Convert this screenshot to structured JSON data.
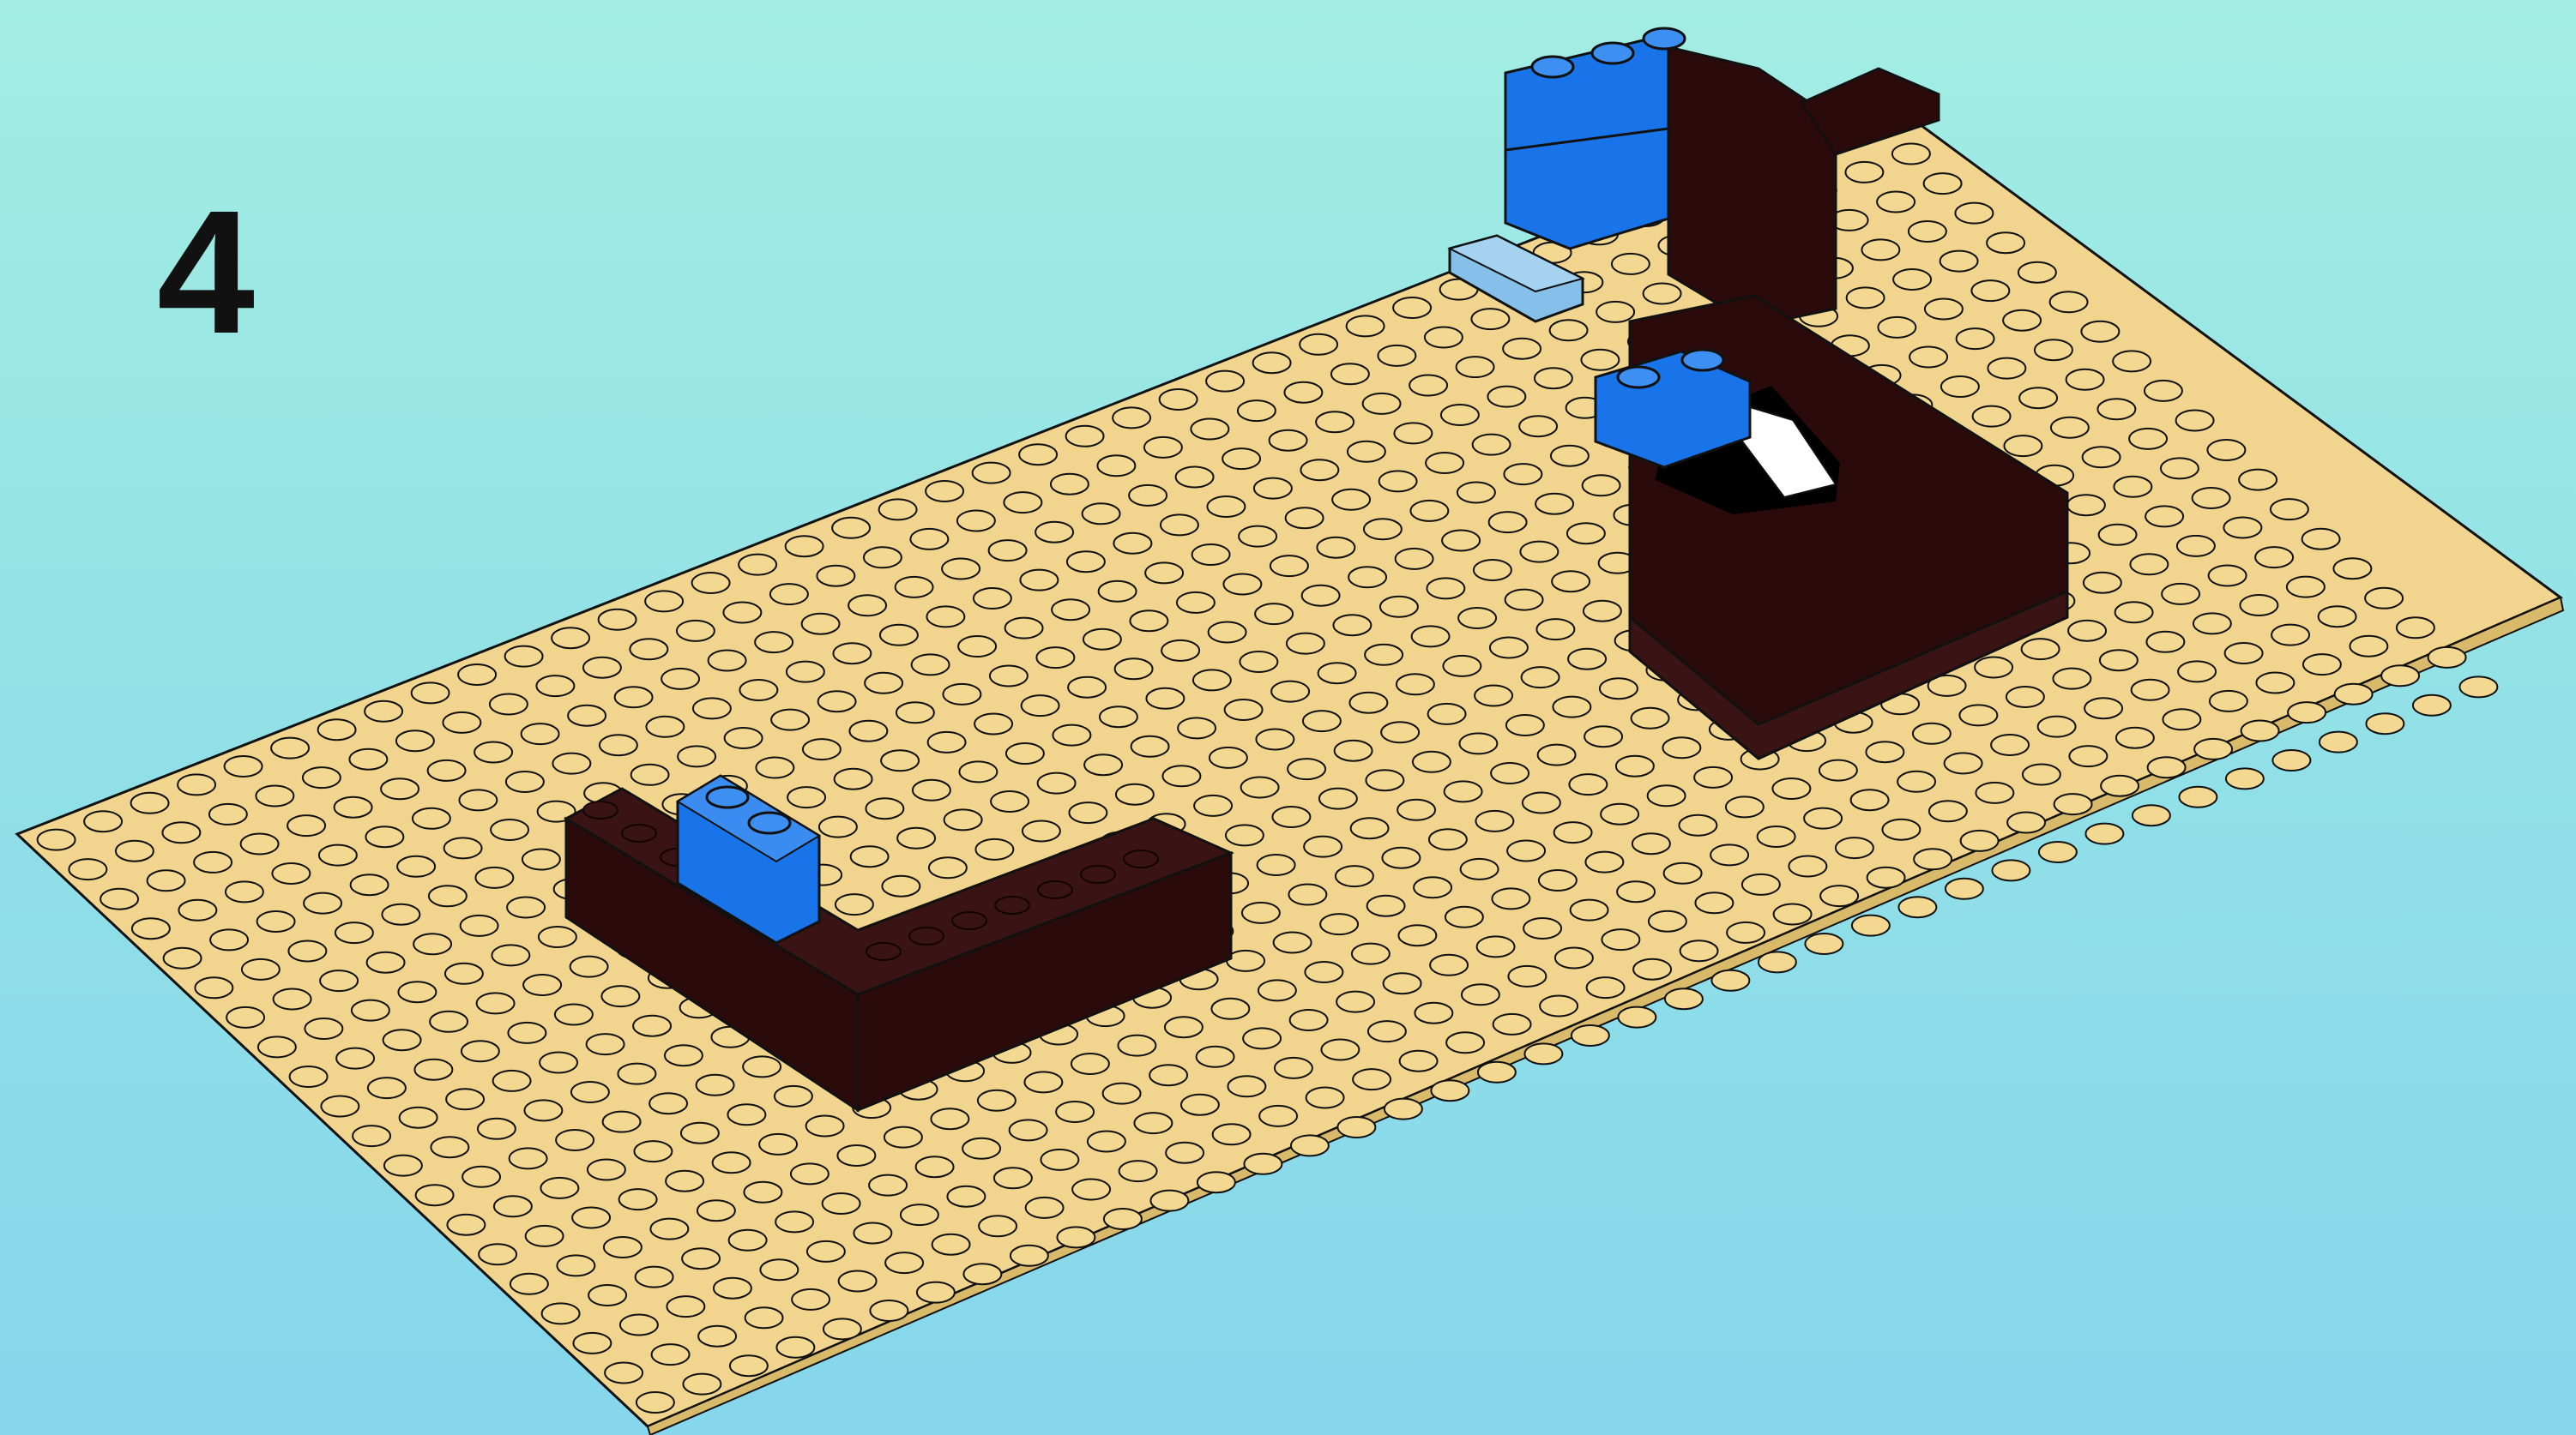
{
  "instruction": {
    "step_number": "4"
  },
  "baseplate": {
    "rows": 20,
    "columns": 40
  },
  "colors": {
    "baseplate": "#f1d58e",
    "stud": "#f3d892",
    "outline": "#111111",
    "brick_dark_brown": "#2a0a0a",
    "brick_blue": "#1874e8",
    "tile_light_blue": "#86bfea",
    "slope_white": "#ffffff",
    "background_top": "#a3ede4",
    "background_bottom": "#86d6ec"
  }
}
